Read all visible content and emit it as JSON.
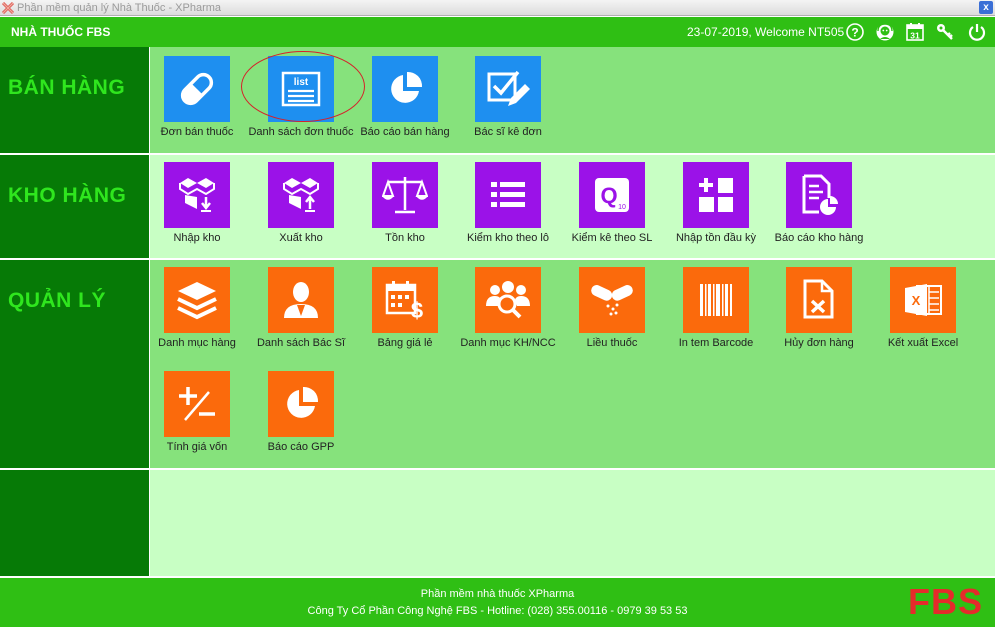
{
  "window": {
    "title": "Phần mềm quản lý Nhà Thuốc - XPharma",
    "close_label": "x"
  },
  "header": {
    "brand": "NHÀ THUỐC FBS",
    "welcome": "23-07-2019, Welcome NT505",
    "icons": [
      "help-icon",
      "support-agent-icon",
      "calendar-icon",
      "key-icon",
      "power-icon"
    ],
    "calendar_day": "31"
  },
  "sections": {
    "sales": {
      "title": "BÁN HÀNG",
      "items": [
        {
          "label": "Đơn bán thuốc",
          "icon": "pill-icon"
        },
        {
          "label": "Danh sách đơn thuốc",
          "icon": "list-icon",
          "icon_text": "list"
        },
        {
          "label": "Báo cáo bán hàng",
          "icon": "pie-chart-icon"
        },
        {
          "label": "Bác sĩ kê đơn",
          "icon": "checklist-edit-icon"
        }
      ]
    },
    "warehouse": {
      "title": "KHO HÀNG",
      "items": [
        {
          "label": "Nhập kho",
          "icon": "box-import-icon"
        },
        {
          "label": "Xuất kho",
          "icon": "box-export-icon"
        },
        {
          "label": "Tồn kho",
          "icon": "scale-icon"
        },
        {
          "label": "Kiểm kho theo lô",
          "icon": "list-bullets-icon"
        },
        {
          "label": "Kiểm kê theo SL",
          "icon": "q-count-icon",
          "icon_text": "Q",
          "icon_sub": "10"
        },
        {
          "label": "Nhập tồn đầu kỳ",
          "icon": "grid-plus-icon"
        },
        {
          "label": "Báo cáo kho hàng",
          "icon": "report-chart-icon"
        }
      ]
    },
    "management": {
      "title": "QUẢN LÝ",
      "items": [
        {
          "label": "Danh mục hàng",
          "icon": "layers-icon"
        },
        {
          "label": "Danh sách Bác Sĩ",
          "icon": "doctor-icon"
        },
        {
          "label": "Bảng giá lẻ",
          "icon": "price-calendar-icon"
        },
        {
          "label": "Danh mục KH/NCC",
          "icon": "customer-search-icon"
        },
        {
          "label": "Liều thuốc",
          "icon": "capsule-dose-icon"
        },
        {
          "label": "In tem Barcode",
          "icon": "barcode-icon"
        },
        {
          "label": "Hủy đơn hàng",
          "icon": "cancel-doc-icon"
        },
        {
          "label": "Kết xuất Excel",
          "icon": "excel-icon",
          "icon_text": "X"
        },
        {
          "label": "Tính giá vốn",
          "icon": "plus-minus-icon"
        },
        {
          "label": "Báo cáo GPP",
          "icon": "pie-chart-icon"
        }
      ]
    }
  },
  "footer": {
    "line1": "Phần mềm nhà thuốc XPharma",
    "line2": "Công Ty Cổ Phần Công Nghệ FBS - Hotline: (028) 355.00116 - 0979 39 53 53",
    "logo": "FBS"
  },
  "colors": {
    "header": "#2fbf14",
    "side": "#067a06",
    "side_text": "#2fe61e",
    "row_sales": "#86e27c",
    "row_warehouse": "#c8ffc4",
    "row_management": "#86e27c",
    "row_empty": "#c8ffc4",
    "tile_blue": "#1e8ff0",
    "tile_purple": "#9b12e8",
    "tile_orange": "#fb6a0c",
    "logo": "#e52b2b"
  }
}
